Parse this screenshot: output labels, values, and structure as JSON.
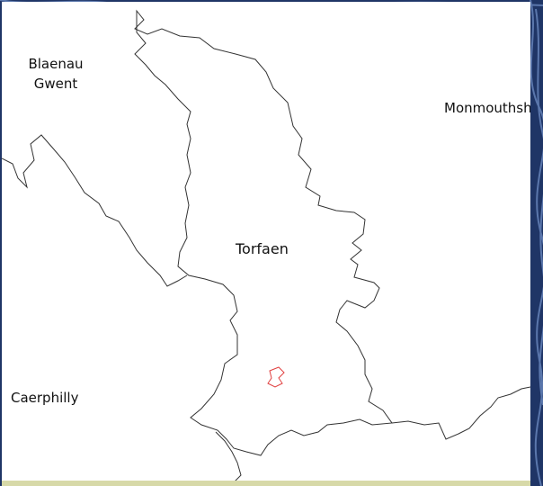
{
  "map": {
    "labels": {
      "blaenau_line1": "Blaenau",
      "blaenau_line2": "Gwent",
      "monmouthshire": "Monmouthsh",
      "torfaen": "Torfaen",
      "caerphilly": "Caerphilly"
    },
    "colors": {
      "frame_background": "#1f3566",
      "map_background": "#ffffff",
      "boundary_line": "#333333",
      "highlight_area": "#e04040"
    }
  }
}
